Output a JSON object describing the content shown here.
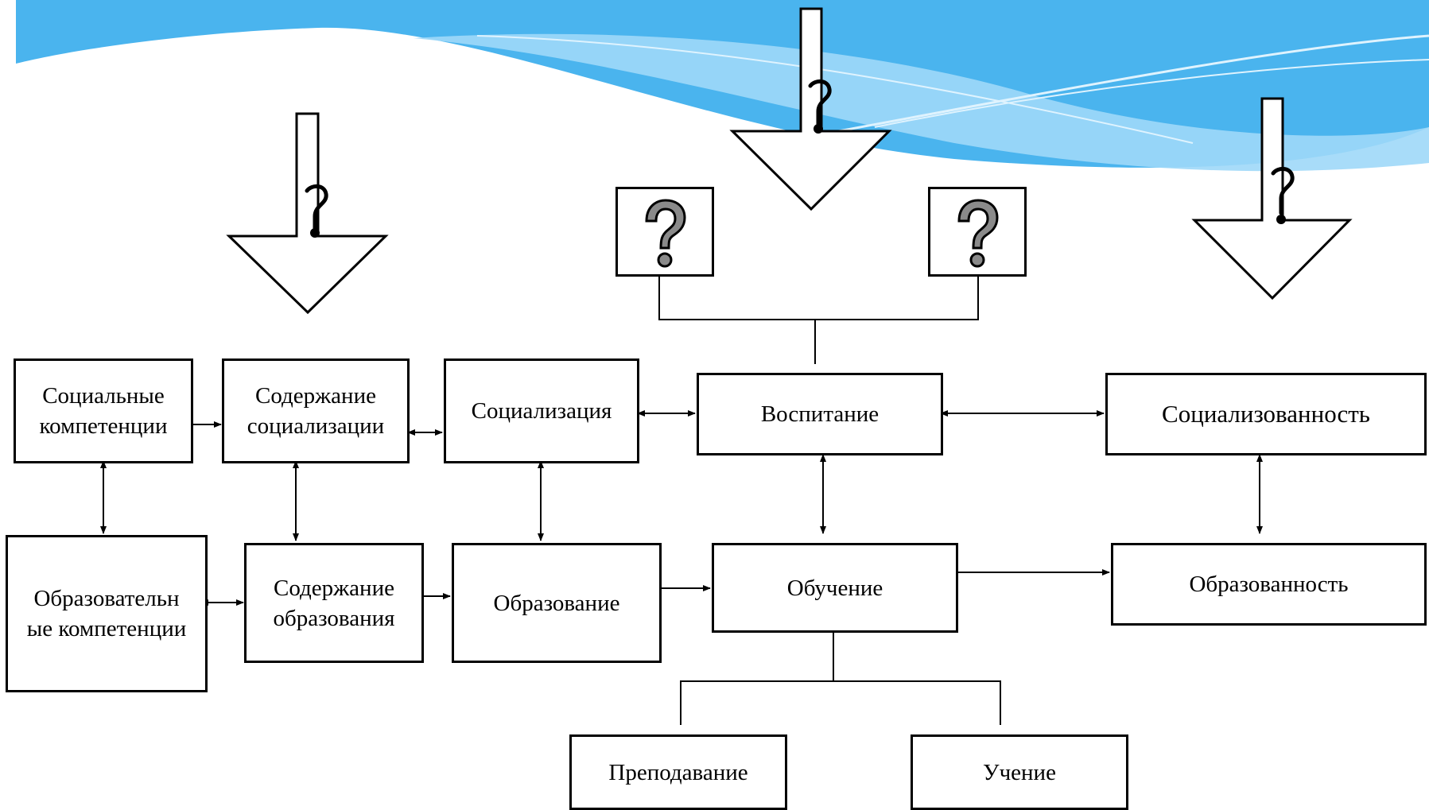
{
  "slide": {
    "theme_colors": {
      "wave_dark": "#4ab4ee",
      "wave_mid": "#7dcaf5",
      "wave_light": "#b8e3fb",
      "background": "#ffffff"
    }
  },
  "diagram": {
    "nodes": {
      "social_competencies": "Социальные компетенции",
      "socialization_content": "Содержание социализации",
      "socialization": "Социализация",
      "upbringing": "Воспитание",
      "socializedness": "Социализованность",
      "educational_competencies": "Образовательн ые компетенции",
      "education_content": "Содержание образования",
      "education": "Образование",
      "training": "Обучение",
      "educatedness": "Образованность",
      "teaching": "Преподавание",
      "learning": "Учение"
    },
    "question_mark": "?",
    "question_boxes": 2,
    "down_arrows": 3,
    "icons": [
      "question-mark-icon",
      "down-arrow-icon",
      "double-arrow-icon"
    ]
  }
}
